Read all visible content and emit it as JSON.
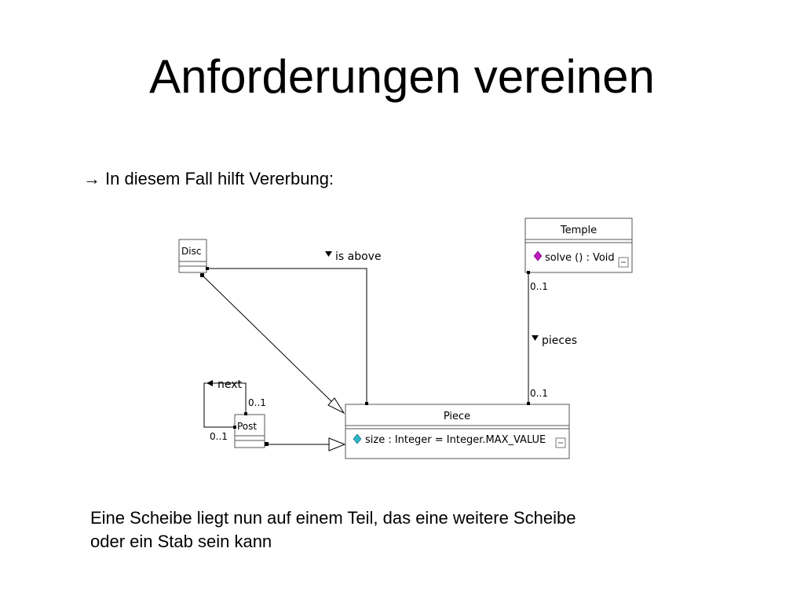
{
  "slide": {
    "title": "Anforderungen vereinen",
    "bullet_arrow": "→",
    "bullet_text": "In diesem Fall hilft Vererbung:",
    "caption_line1": "Eine Scheibe liegt nun auf einem Teil, das eine weitere Scheibe",
    "caption_line2": "oder ein Stab sein kann"
  },
  "diagram": {
    "classes": {
      "disc": {
        "name": "Disc"
      },
      "post": {
        "name": "Post"
      },
      "temple": {
        "name": "Temple",
        "operation": "solve () : Void"
      },
      "piece": {
        "name": "Piece",
        "attribute": "size : Integer = Integer.MAX_VALUE"
      }
    },
    "associations": {
      "is_above": {
        "label": "is above"
      },
      "pieces": {
        "label": "pieces",
        "mult_top": "0..1",
        "mult_bottom": "0..1"
      },
      "next": {
        "label": "next",
        "mult_right": "0..1",
        "mult_left": "0..1"
      }
    },
    "colors": {
      "line": "#000000",
      "box_border": "#555555",
      "operation_icon": "#c01ac0",
      "attribute_icon": "#2ab7c8"
    },
    "icons": {
      "arrow": "right-arrow-icon",
      "operation": "method-diamond-icon",
      "attribute": "field-diamond-icon",
      "collapse": "collapse-icon"
    }
  }
}
